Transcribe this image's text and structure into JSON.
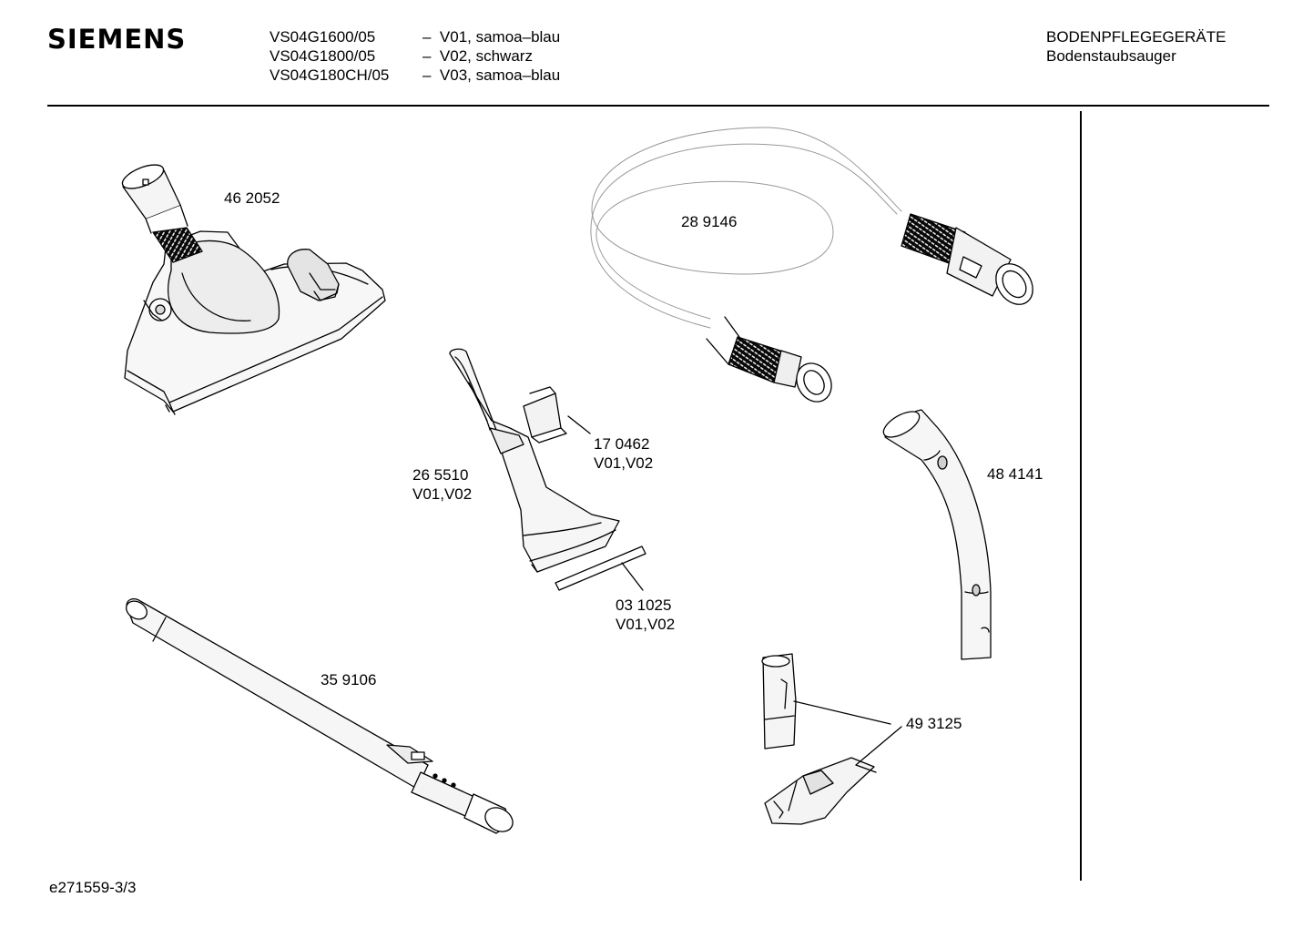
{
  "header": {
    "brand": "SIEMENS",
    "models": [
      {
        "code": "VS04G1600/05",
        "variant": "–  V01, samoa–blau"
      },
      {
        "code": "VS04G1800/05",
        "variant": "–  V02, schwarz"
      },
      {
        "code": "VS04G180CH/05",
        "variant": "–  V03, samoa–blau"
      }
    ],
    "category": "BODENPFLEGEGERÄTE",
    "subcategory": "Bodenstaubsauger"
  },
  "parts": {
    "floor_nozzle": {
      "number": "46 2052"
    },
    "hose": {
      "number": "28 9146"
    },
    "clip": {
      "number": "17 0462",
      "variants": "V01,V02"
    },
    "upholstery_nozzle": {
      "number": "26 5510",
      "variants": "V01,V02"
    },
    "brush_strip": {
      "number": "03 1025",
      "variants": "V01,V02"
    },
    "handle": {
      "number": "48 4141"
    },
    "telescopic_tube": {
      "number": "35 9106"
    },
    "adapter_set": {
      "number": "49 3125"
    }
  },
  "footer": {
    "drawing_id": "e271559-3/3"
  }
}
